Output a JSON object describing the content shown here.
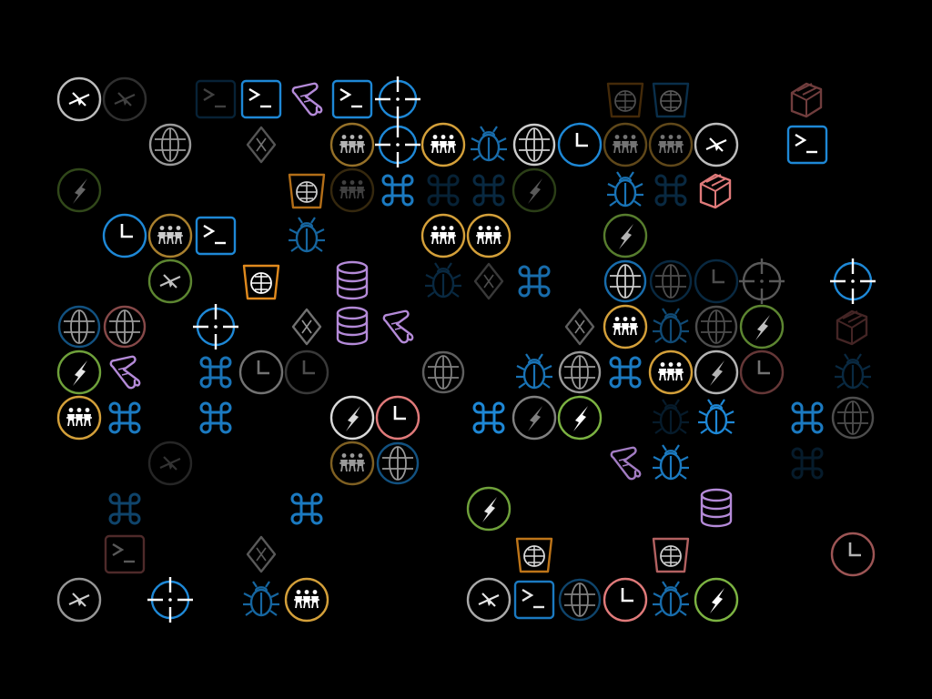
{
  "palette": {
    "background": "#000000",
    "blue": "#1e88d6",
    "gold": "#d4a03a",
    "green": "#7cb342",
    "gray": "#bdbdbd",
    "purple": "#b48ad8",
    "pink": "#e07a7a",
    "orange": "#e08a1e",
    "white": "#ffffff"
  },
  "grid": {
    "columns": 18,
    "rows": 12
  },
  "icons": [
    {
      "row": 0,
      "col": 0,
      "type": "compass",
      "color": "gray",
      "opacity": 1
    },
    {
      "row": 0,
      "col": 1,
      "type": "compass",
      "color": "gray",
      "opacity": 0.25
    },
    {
      "row": 0,
      "col": 3,
      "type": "terminal",
      "color": "blue",
      "opacity": 0.25
    },
    {
      "row": 0,
      "col": 4,
      "type": "terminal",
      "color": "blue",
      "opacity": 1
    },
    {
      "row": 0,
      "col": 5,
      "type": "scroll",
      "color": "purple",
      "opacity": 1
    },
    {
      "row": 0,
      "col": 6,
      "type": "terminal",
      "color": "blue",
      "opacity": 1
    },
    {
      "row": 0,
      "col": 7,
      "type": "crosshair",
      "color": "blue",
      "opacity": 1
    },
    {
      "row": 0,
      "col": 12,
      "type": "bucket",
      "color": "orange",
      "opacity": 0.3
    },
    {
      "row": 0,
      "col": 13,
      "type": "bucket",
      "color": "blue",
      "opacity": 0.35
    },
    {
      "row": 0,
      "col": 16,
      "type": "stack",
      "color": "pink",
      "opacity": 0.5
    },
    {
      "row": 1,
      "col": 2,
      "type": "globe",
      "color": "white",
      "opacity": 0.6
    },
    {
      "row": 1,
      "col": 4,
      "type": "diamond",
      "color": "gray",
      "opacity": 0.45
    },
    {
      "row": 1,
      "col": 6,
      "type": "people",
      "color": "gold",
      "opacity": 0.7
    },
    {
      "row": 1,
      "col": 7,
      "type": "crosshair",
      "color": "blue",
      "opacity": 1
    },
    {
      "row": 1,
      "col": 8,
      "type": "people",
      "color": "gold",
      "opacity": 1
    },
    {
      "row": 1,
      "col": 9,
      "type": "bug",
      "color": "blue",
      "opacity": 0.8
    },
    {
      "row": 1,
      "col": 10,
      "type": "globe",
      "color": "white",
      "opacity": 0.8
    },
    {
      "row": 1,
      "col": 11,
      "type": "clock",
      "color": "blue",
      "opacity": 1
    },
    {
      "row": 1,
      "col": 12,
      "type": "people",
      "color": "gold",
      "opacity": 0.45
    },
    {
      "row": 1,
      "col": 13,
      "type": "people",
      "color": "gold",
      "opacity": 0.45
    },
    {
      "row": 1,
      "col": 14,
      "type": "compass",
      "color": "gray",
      "opacity": 1
    },
    {
      "row": 1,
      "col": 16,
      "type": "terminal",
      "color": "blue",
      "opacity": 1
    },
    {
      "row": 2,
      "col": 0,
      "type": "rocket",
      "color": "green",
      "opacity": 0.4
    },
    {
      "row": 2,
      "col": 5,
      "type": "bucket",
      "color": "orange",
      "opacity": 0.8
    },
    {
      "row": 2,
      "col": 6,
      "type": "people",
      "color": "gold",
      "opacity": 0.25
    },
    {
      "row": 2,
      "col": 7,
      "type": "command",
      "color": "blue",
      "opacity": 0.9
    },
    {
      "row": 2,
      "col": 8,
      "type": "command",
      "color": "blue",
      "opacity": 0.25
    },
    {
      "row": 2,
      "col": 9,
      "type": "command",
      "color": "blue",
      "opacity": 0.3
    },
    {
      "row": 2,
      "col": 10,
      "type": "rocket",
      "color": "green",
      "opacity": 0.35
    },
    {
      "row": 2,
      "col": 12,
      "type": "bug",
      "color": "blue",
      "opacity": 0.85
    },
    {
      "row": 2,
      "col": 13,
      "type": "command",
      "color": "blue",
      "opacity": 0.3
    },
    {
      "row": 2,
      "col": 14,
      "type": "stack",
      "color": "pink",
      "opacity": 1
    },
    {
      "row": 3,
      "col": 1,
      "type": "clock",
      "color": "blue",
      "opacity": 1
    },
    {
      "row": 3,
      "col": 2,
      "type": "people",
      "color": "gold",
      "opacity": 0.8
    },
    {
      "row": 3,
      "col": 3,
      "type": "terminal",
      "color": "blue",
      "opacity": 1
    },
    {
      "row": 3,
      "col": 5,
      "type": "bug",
      "color": "blue",
      "opacity": 0.75
    },
    {
      "row": 3,
      "col": 8,
      "type": "people",
      "color": "gold",
      "opacity": 1
    },
    {
      "row": 3,
      "col": 9,
      "type": "people",
      "color": "gold",
      "opacity": 1
    },
    {
      "row": 3,
      "col": 12,
      "type": "rocket",
      "color": "green",
      "opacity": 0.7
    },
    {
      "row": 4,
      "col": 2,
      "type": "compass",
      "color": "green",
      "opacity": 0.75
    },
    {
      "row": 4,
      "col": 4,
      "type": "bucket",
      "color": "orange",
      "opacity": 1
    },
    {
      "row": 4,
      "col": 6,
      "type": "database",
      "color": "purple",
      "opacity": 1
    },
    {
      "row": 4,
      "col": 8,
      "type": "bug",
      "color": "blue",
      "opacity": 0.3
    },
    {
      "row": 4,
      "col": 9,
      "type": "diamond",
      "color": "gray",
      "opacity": 0.3
    },
    {
      "row": 4,
      "col": 10,
      "type": "command",
      "color": "blue",
      "opacity": 0.8
    },
    {
      "row": 4,
      "col": 12,
      "type": "globe",
      "color": "blue",
      "opacity": 0.8
    },
    {
      "row": 4,
      "col": 13,
      "type": "globe",
      "color": "blue",
      "opacity": 0.3
    },
    {
      "row": 4,
      "col": 14,
      "type": "clock",
      "color": "blue",
      "opacity": 0.3
    },
    {
      "row": 4,
      "col": 15,
      "type": "crosshair",
      "color": "white",
      "opacity": 0.35
    },
    {
      "row": 4,
      "col": 17,
      "type": "crosshair",
      "color": "blue",
      "opacity": 1
    },
    {
      "row": 5,
      "col": 0,
      "type": "globe",
      "color": "blue",
      "opacity": 0.6
    },
    {
      "row": 5,
      "col": 1,
      "type": "globe",
      "color": "pink",
      "opacity": 0.6
    },
    {
      "row": 5,
      "col": 3,
      "type": "crosshair",
      "color": "blue",
      "opacity": 1
    },
    {
      "row": 5,
      "col": 5,
      "type": "diamond",
      "color": "gray",
      "opacity": 0.6
    },
    {
      "row": 5,
      "col": 6,
      "type": "database",
      "color": "purple",
      "opacity": 1
    },
    {
      "row": 5,
      "col": 7,
      "type": "scroll",
      "color": "purple",
      "opacity": 1
    },
    {
      "row": 5,
      "col": 11,
      "type": "diamond",
      "color": "gray",
      "opacity": 0.5
    },
    {
      "row": 5,
      "col": 12,
      "type": "people",
      "color": "gold",
      "opacity": 1
    },
    {
      "row": 5,
      "col": 13,
      "type": "bug",
      "color": "blue",
      "opacity": 0.55
    },
    {
      "row": 5,
      "col": 14,
      "type": "globe",
      "color": "white",
      "opacity": 0.3
    },
    {
      "row": 5,
      "col": 15,
      "type": "rocket",
      "color": "green",
      "opacity": 0.75
    },
    {
      "row": 5,
      "col": 17,
      "type": "stack",
      "color": "pink",
      "opacity": 0.3
    },
    {
      "row": 6,
      "col": 0,
      "type": "rocket",
      "color": "green",
      "opacity": 0.9
    },
    {
      "row": 6,
      "col": 1,
      "type": "scroll",
      "color": "purple",
      "opacity": 1
    },
    {
      "row": 6,
      "col": 3,
      "type": "command",
      "color": "blue",
      "opacity": 0.85
    },
    {
      "row": 6,
      "col": 4,
      "type": "clock",
      "color": "white",
      "opacity": 0.45
    },
    {
      "row": 6,
      "col": 5,
      "type": "clock",
      "color": "gray",
      "opacity": 0.3
    },
    {
      "row": 6,
      "col": 8,
      "type": "globe",
      "color": "gray",
      "opacity": 0.5
    },
    {
      "row": 6,
      "col": 10,
      "type": "bug",
      "color": "blue",
      "opacity": 0.85
    },
    {
      "row": 6,
      "col": 11,
      "type": "globe",
      "color": "white",
      "opacity": 0.6
    },
    {
      "row": 6,
      "col": 12,
      "type": "command",
      "color": "blue",
      "opacity": 0.9
    },
    {
      "row": 6,
      "col": 13,
      "type": "people",
      "color": "gold",
      "opacity": 1
    },
    {
      "row": 6,
      "col": 14,
      "type": "rocket",
      "color": "white",
      "opacity": 0.7
    },
    {
      "row": 6,
      "col": 15,
      "type": "clock",
      "color": "pink",
      "opacity": 0.45
    },
    {
      "row": 6,
      "col": 17,
      "type": "bug",
      "color": "blue",
      "opacity": 0.3
    },
    {
      "row": 7,
      "col": 0,
      "type": "people",
      "color": "gold",
      "opacity": 1
    },
    {
      "row": 7,
      "col": 1,
      "type": "command",
      "color": "blue",
      "opacity": 0.9
    },
    {
      "row": 7,
      "col": 3,
      "type": "command",
      "color": "blue",
      "opacity": 0.9
    },
    {
      "row": 7,
      "col": 6,
      "type": "rocket",
      "color": "white",
      "opacity": 0.85
    },
    {
      "row": 7,
      "col": 7,
      "type": "clock",
      "color": "pink",
      "opacity": 1
    },
    {
      "row": 7,
      "col": 9,
      "type": "command",
      "color": "blue",
      "opacity": 1
    },
    {
      "row": 7,
      "col": 10,
      "type": "rocket",
      "color": "white",
      "opacity": 0.5
    },
    {
      "row": 7,
      "col": 11,
      "type": "rocket",
      "color": "green",
      "opacity": 1
    },
    {
      "row": 7,
      "col": 13,
      "type": "bug",
      "color": "blue",
      "opacity": 0.2
    },
    {
      "row": 7,
      "col": 14,
      "type": "bug",
      "color": "blue",
      "opacity": 1
    },
    {
      "row": 7,
      "col": 16,
      "type": "command",
      "color": "blue",
      "opacity": 0.9
    },
    {
      "row": 7,
      "col": 17,
      "type": "globe",
      "color": "white",
      "opacity": 0.3
    },
    {
      "row": 8,
      "col": 2,
      "type": "compass",
      "color": "gray",
      "opacity": 0.2
    },
    {
      "row": 8,
      "col": 6,
      "type": "people",
      "color": "gold",
      "opacity": 0.6
    },
    {
      "row": 8,
      "col": 7,
      "type": "globe",
      "color": "blue",
      "opacity": 0.6
    },
    {
      "row": 8,
      "col": 12,
      "type": "scroll",
      "color": "purple",
      "opacity": 0.9
    },
    {
      "row": 8,
      "col": 13,
      "type": "bug",
      "color": "blue",
      "opacity": 0.9
    },
    {
      "row": 8,
      "col": 16,
      "type": "command",
      "color": "blue",
      "opacity": 0.2
    },
    {
      "row": 9,
      "col": 1,
      "type": "command",
      "color": "blue",
      "opacity": 0.5
    },
    {
      "row": 9,
      "col": 5,
      "type": "command",
      "color": "blue",
      "opacity": 0.9
    },
    {
      "row": 9,
      "col": 9,
      "type": "rocket",
      "color": "green",
      "opacity": 0.9
    },
    {
      "row": 9,
      "col": 14,
      "type": "database",
      "color": "purple",
      "opacity": 1
    },
    {
      "row": 10,
      "col": 1,
      "type": "terminal",
      "color": "pink",
      "opacity": 0.35
    },
    {
      "row": 10,
      "col": 4,
      "type": "diamond",
      "color": "white",
      "opacity": 0.35
    },
    {
      "row": 10,
      "col": 10,
      "type": "bucket",
      "color": "orange",
      "opacity": 0.85
    },
    {
      "row": 10,
      "col": 13,
      "type": "bucket",
      "color": "pink",
      "opacity": 0.8
    },
    {
      "row": 10,
      "col": 17,
      "type": "clock",
      "color": "pink",
      "opacity": 0.7
    },
    {
      "row": 11,
      "col": 0,
      "type": "compass",
      "color": "gray",
      "opacity": 0.8
    },
    {
      "row": 11,
      "col": 2,
      "type": "crosshair",
      "color": "blue",
      "opacity": 1
    },
    {
      "row": 11,
      "col": 4,
      "type": "bug",
      "color": "blue",
      "opacity": 0.75
    },
    {
      "row": 11,
      "col": 5,
      "type": "people",
      "color": "gold",
      "opacity": 1
    },
    {
      "row": 11,
      "col": 9,
      "type": "compass",
      "color": "gray",
      "opacity": 0.9
    },
    {
      "row": 11,
      "col": 10,
      "type": "terminal",
      "color": "blue",
      "opacity": 0.9
    },
    {
      "row": 11,
      "col": 11,
      "type": "globe",
      "color": "blue",
      "opacity": 0.5
    },
    {
      "row": 11,
      "col": 12,
      "type": "clock",
      "color": "pink",
      "opacity": 1
    },
    {
      "row": 11,
      "col": 13,
      "type": "bug",
      "color": "blue",
      "opacity": 0.8
    },
    {
      "row": 11,
      "col": 14,
      "type": "rocket",
      "color": "green",
      "opacity": 1
    }
  ]
}
